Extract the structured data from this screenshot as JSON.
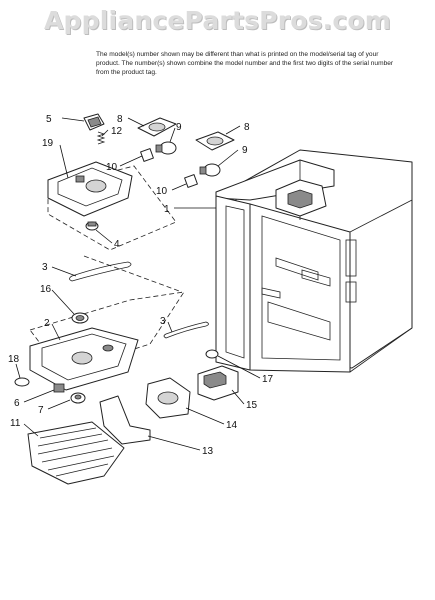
{
  "watermark": "AppliancePartsPros.com",
  "notice": "The model(s) number shown may be different than what is printed on the model/serial tag of your product. The number(s) shown combine the model number and the first two digits of the serial number from the product tag.",
  "callouts": [
    "5",
    "12",
    "8",
    "9",
    "10",
    "19",
    "8",
    "9",
    "10",
    "1",
    "4",
    "3",
    "16",
    "2",
    "18",
    "6",
    "7",
    "11",
    "3",
    "17",
    "15",
    "14",
    "13"
  ]
}
